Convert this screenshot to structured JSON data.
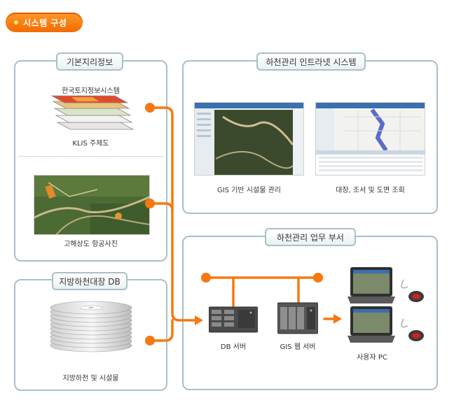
{
  "header": {
    "title": "시스템 구성"
  },
  "base_gis": {
    "label": "기본지리정보",
    "top_caption": "한국토지정보시스템",
    "layer_caption": "KLIS 주제도",
    "photo_caption": "고해상도 항공사진"
  },
  "river_db": {
    "label": "지방하천대장 DB",
    "caption": "지방하천 및 시설물"
  },
  "intranet": {
    "label": "하천관리 인트라넷 시스템",
    "screens": [
      {
        "caption": "GIS 기반 시설물 관리"
      },
      {
        "caption": "대장, 조서 및 도면 조회"
      }
    ]
  },
  "dept": {
    "label": "하천관리 업무 부서",
    "db_server": "DB 서버",
    "gis_server": "GIS 웹 서버",
    "user_pc": "사용자 PC"
  },
  "colors": {
    "accent": "#f7780f",
    "panel_border": "#a7c0c7"
  }
}
